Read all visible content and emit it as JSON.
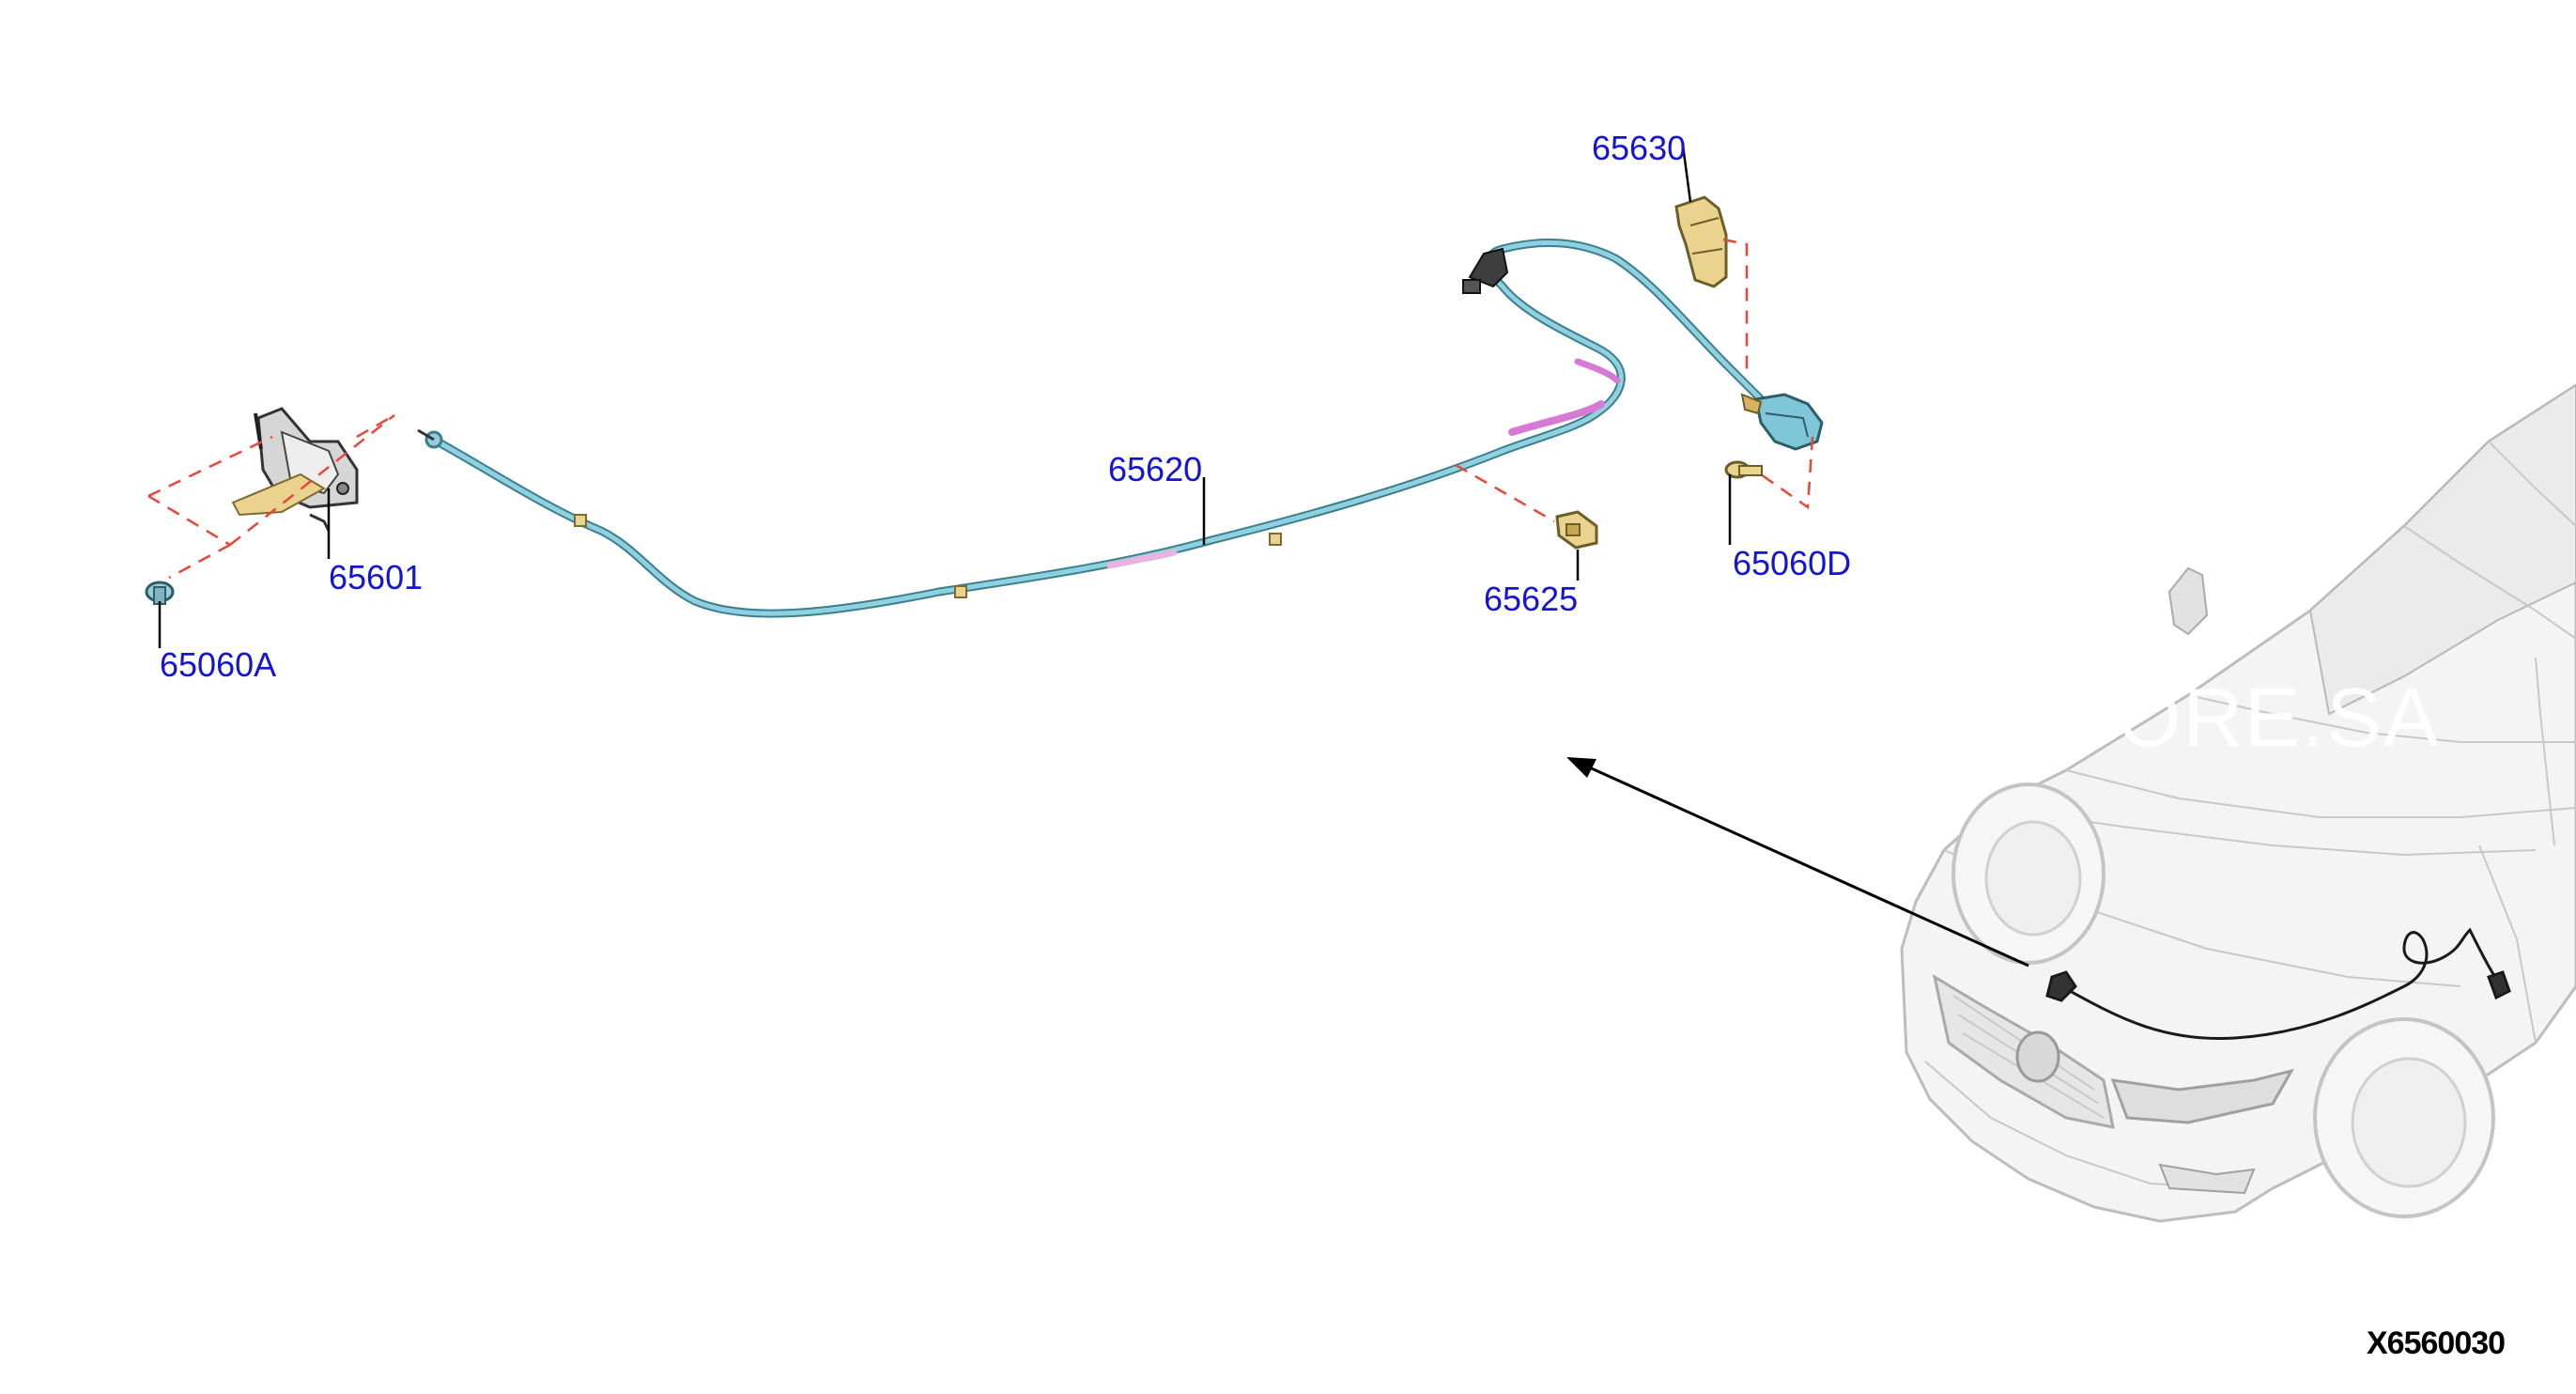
{
  "part_numbers": {
    "hood_lock": "65601",
    "bolt_a": "65060A",
    "release_cable": "65620",
    "cable_clip": "65625",
    "release_handle": "65630",
    "bolt_d": "65060D"
  },
  "diagram_code": "X6560030",
  "watermark": "TORE.SA",
  "colors": {
    "label": "#1414d6",
    "cable": "#7fc6d8",
    "cable_sheath": "#d77ad6",
    "bracket": "#e9d38f",
    "leader_dash": "#e8473b"
  }
}
